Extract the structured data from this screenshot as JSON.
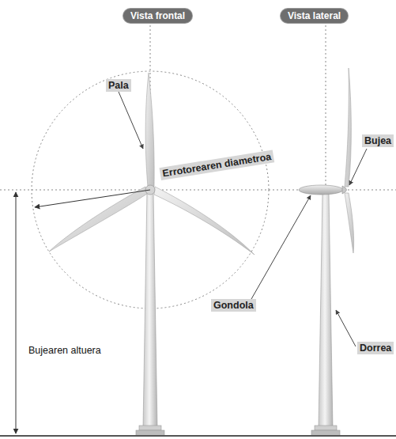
{
  "diagram": {
    "nodes": [
      {
        "text": [
          "Vista frontal"
        ]
      },
      {
        "text": [
          "Vista lateral"
        ]
      }
    ],
    "labels": [
      "Pala",
      "Errotorearen diametroa",
      "Bujea",
      "Gondola",
      "Dorrea",
      "Bujearen altuera"
    ]
  }
}
